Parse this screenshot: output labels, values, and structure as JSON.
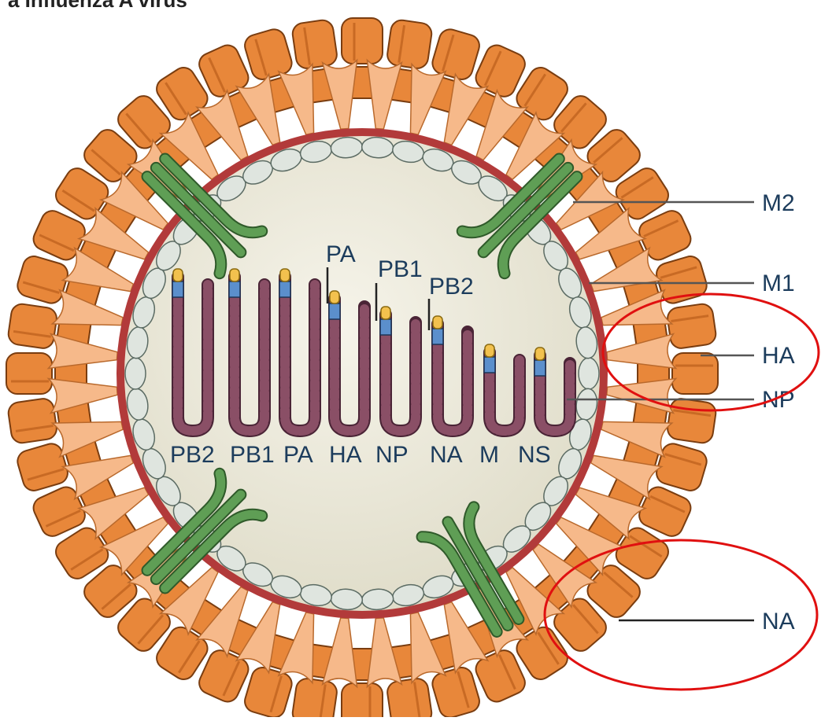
{
  "title": "a Influenza A virus",
  "labels": {
    "m2": "M2",
    "m1": "M1",
    "ha": "HA",
    "np": "NP",
    "na": "NA"
  },
  "polymerase_labels": {
    "pa": "PA",
    "pb1": "PB1",
    "pb2": "PB2"
  },
  "segments": [
    "PB2",
    "PB1",
    "PA",
    "HA",
    "NP",
    "NA",
    "M",
    "NS"
  ],
  "colors": {
    "spike_orange": "#e8873a",
    "spike_light": "#f6b98a",
    "membrane_red": "#b23a3a",
    "m1_ellipse": "#dfe5df",
    "m2_green": "#5f9e55",
    "rnp_purple": "#8a4f66",
    "interior": "#ecebdf",
    "highlight_red": "#e01010"
  }
}
